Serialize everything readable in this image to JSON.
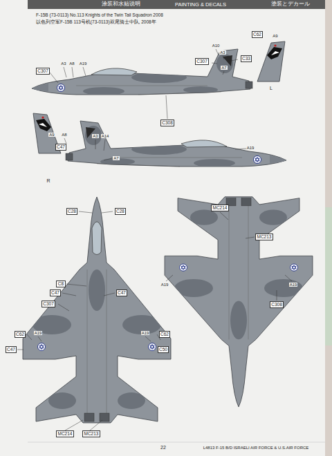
{
  "diagram": {
    "title": "PAINTING & DECALS",
    "labels": [
      "涂装和水贴说明",
      "塗装とデカール",
      "F-15B (73-0113) No.113 Knights of the Twin Tail Squadron 2008",
      "以色列空军F-15B 113号机(73-0113)双尾骑士中队, 2008年",
      "A3",
      "A8",
      "A19",
      "C307",
      "A10",
      "A3",
      "A7",
      "C307",
      "C62",
      "C33",
      "A9",
      "C308",
      "L",
      "A9",
      "A8",
      "C47",
      "A3",
      "A14",
      "A7",
      "A19",
      "R",
      "C28",
      "C28",
      "C8",
      "C47",
      "C307",
      "C47",
      "A19",
      "A19",
      "C62",
      "C62",
      "C47",
      "C50",
      "MC214",
      "MC213",
      "MC214",
      "MC213",
      "A19",
      "A19",
      "C308",
      "22",
      "L4813 F-15 B/D ISRAELI AIR FORCE & U.S.AIR FORCE"
    ]
  }
}
